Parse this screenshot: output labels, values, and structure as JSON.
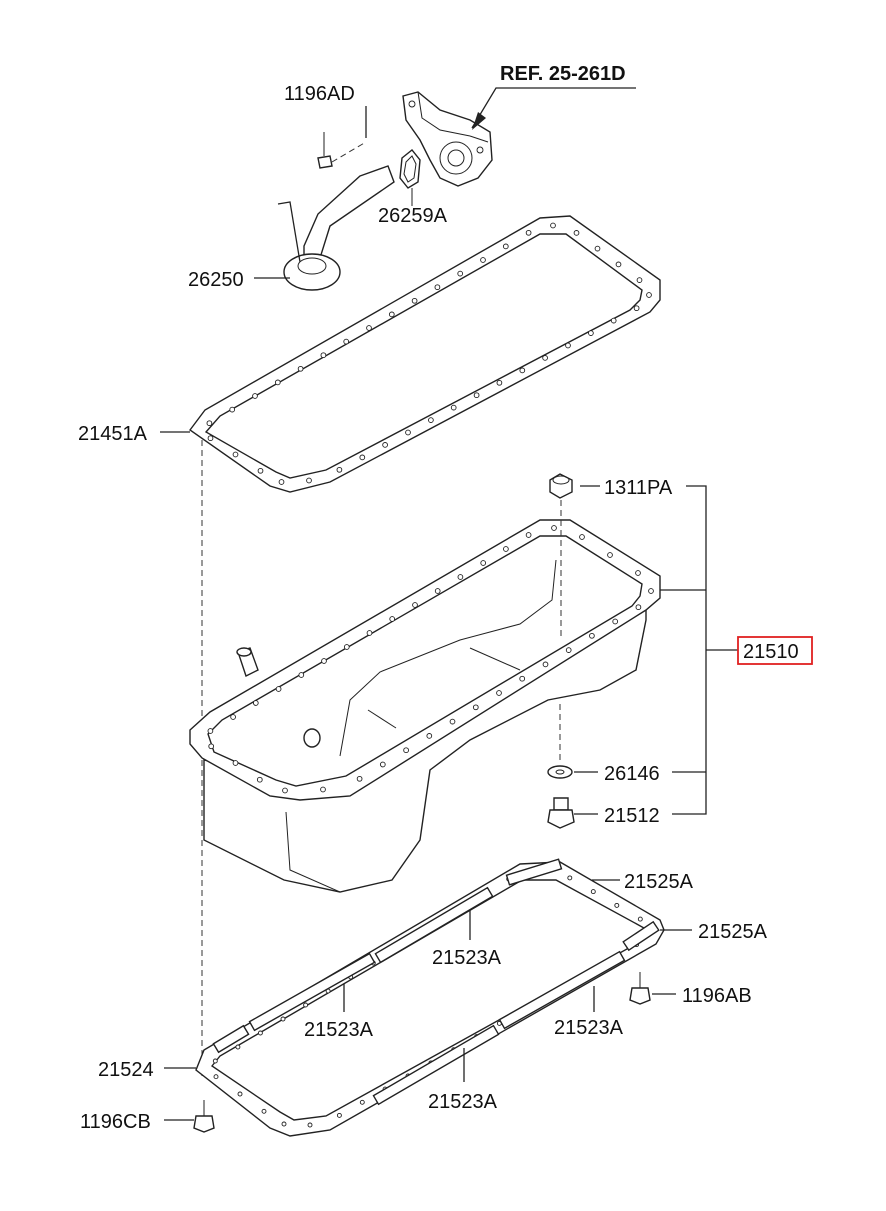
{
  "reference": "REF. 25-261D",
  "highlight_color": "#e02020",
  "parts": {
    "dipstick_bolt": "1196AD",
    "gasket_small": "26259A",
    "oil_strainer": "26250",
    "pan_gasket": "21451A",
    "drain_nut": "1311PA",
    "oil_pan_assy": "21510",
    "drain_washer": "26146",
    "drain_plug": "21512",
    "baffle_seal_a1": "21525A",
    "baffle_seal_a2": "21525A",
    "baffle_seg_1": "21523A",
    "baffle_seg_2": "21523A",
    "baffle_seg_3": "21523A",
    "baffle_seg_4": "21523A",
    "baffle_plate": "21524",
    "bolt_ab": "1196AB",
    "bolt_cb": "1196CB"
  }
}
